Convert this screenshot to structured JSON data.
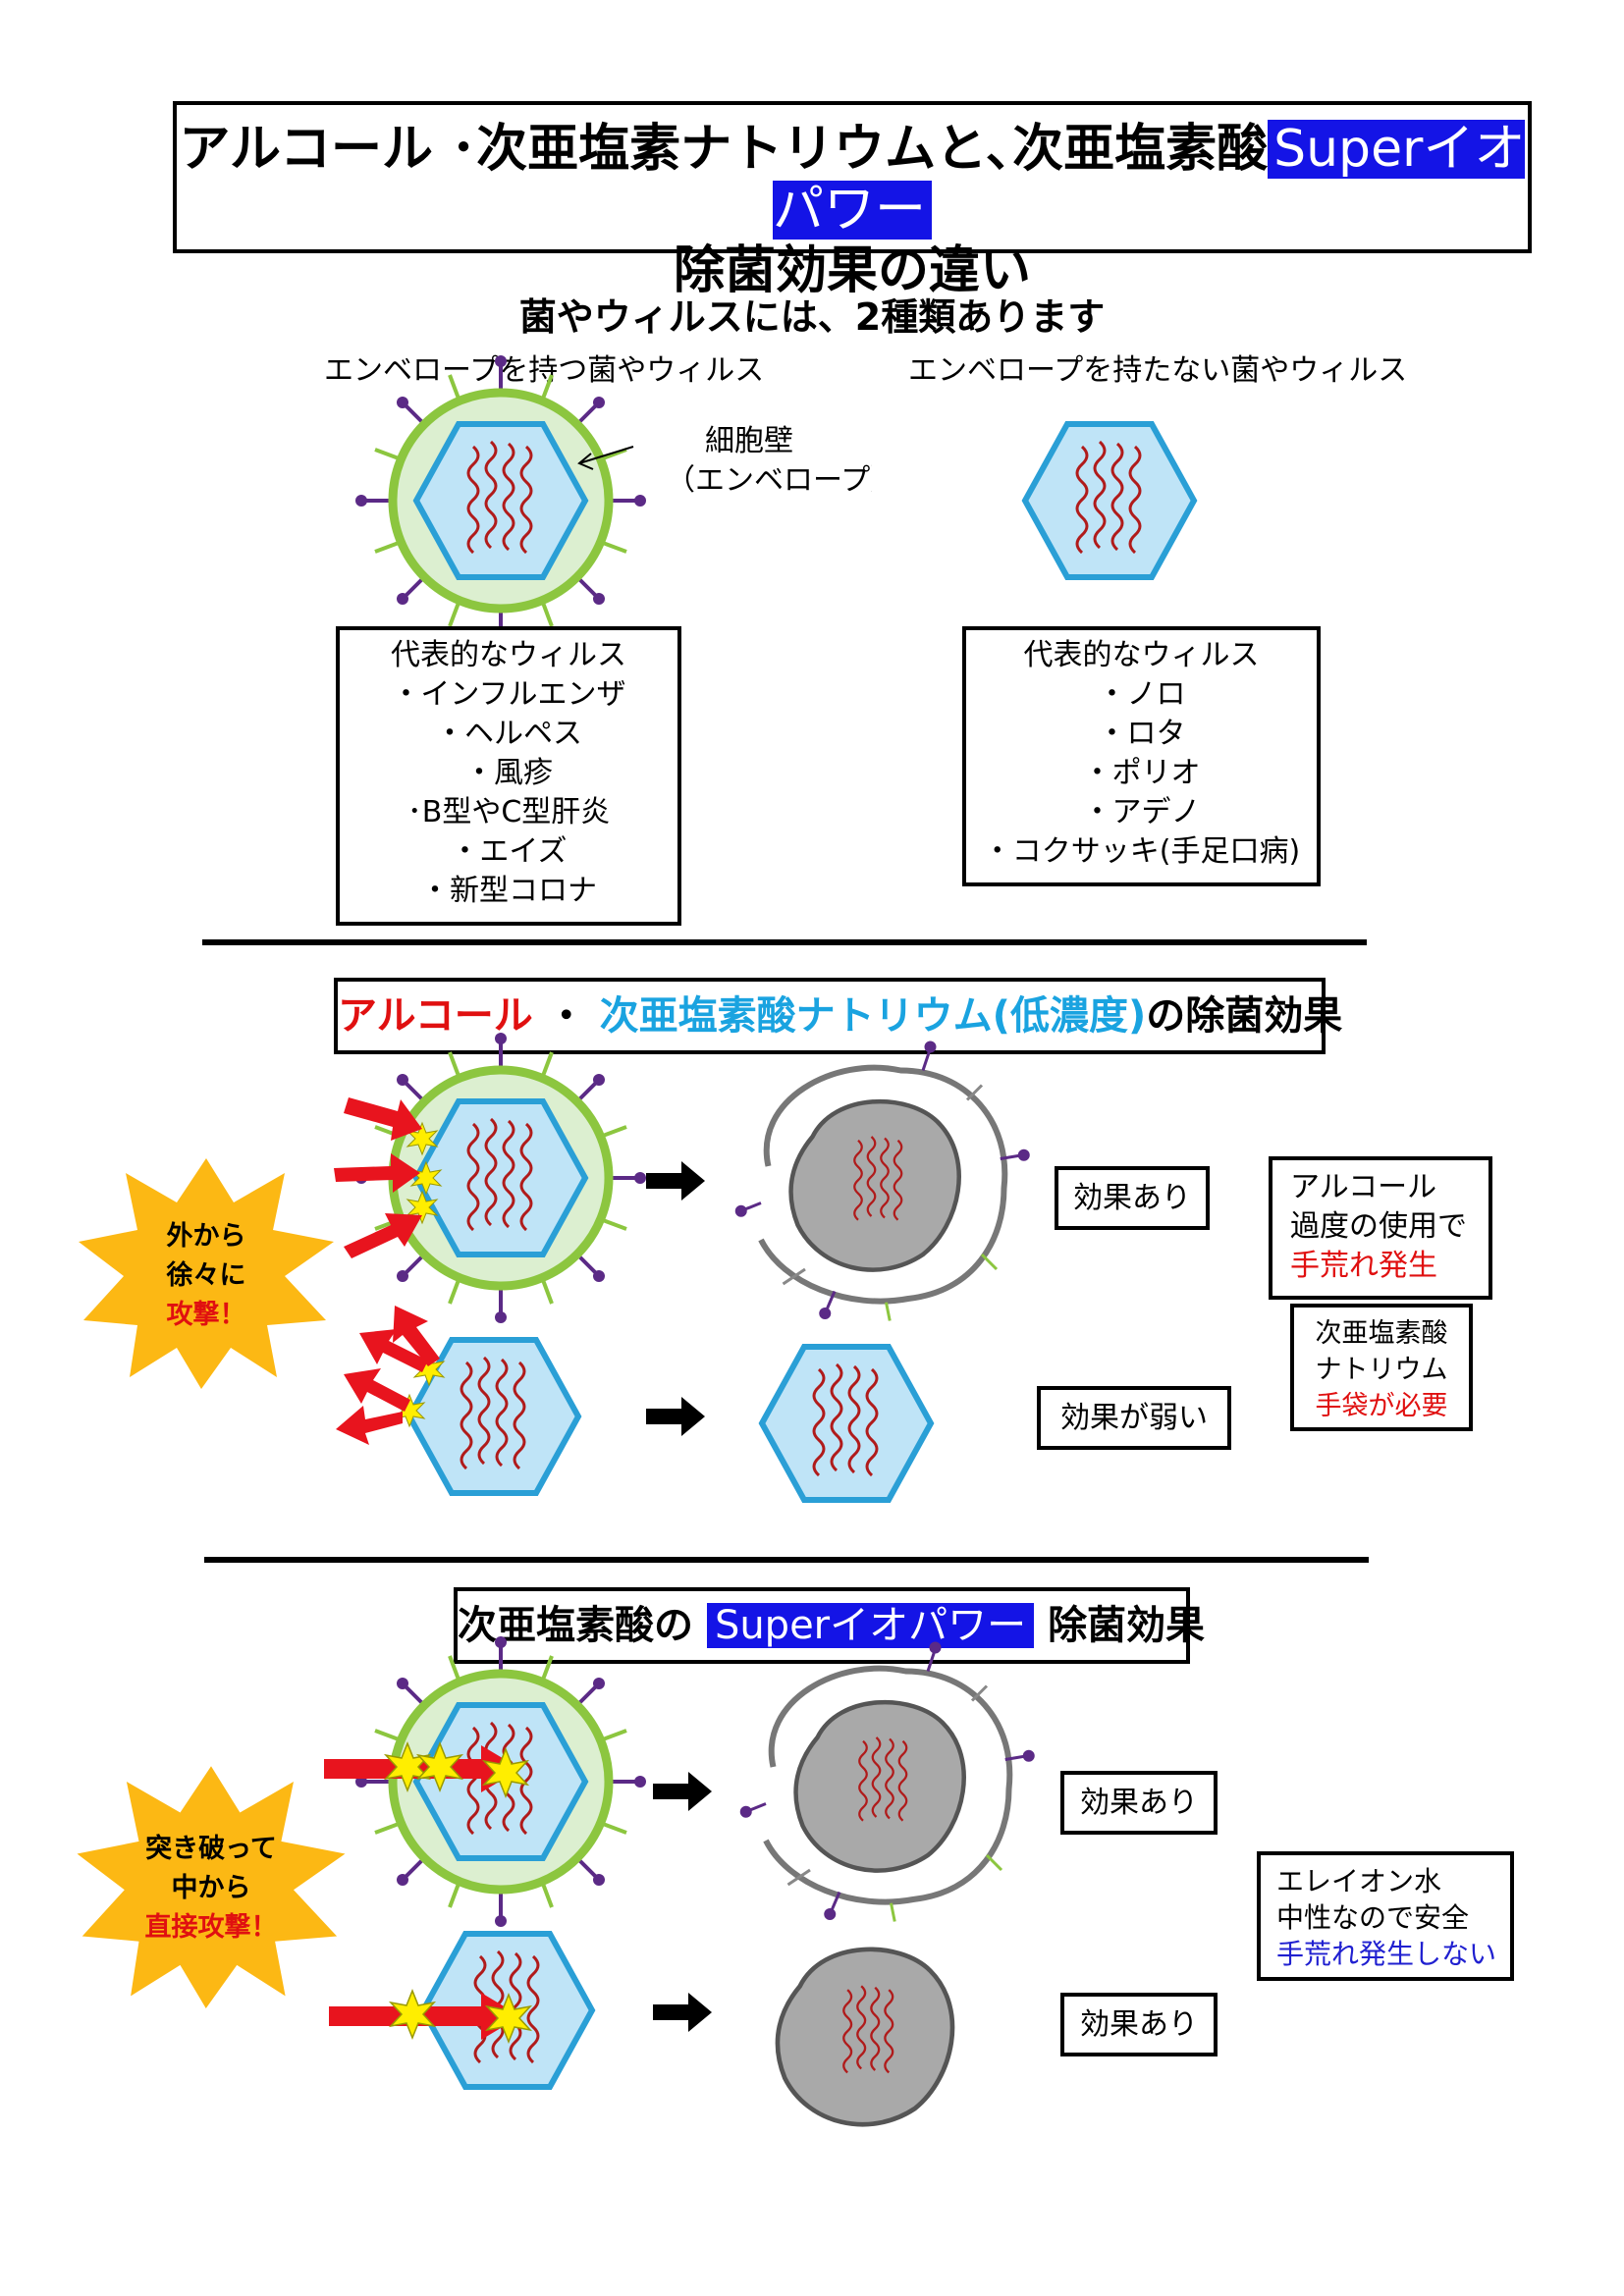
{
  "title": {
    "line1_prefix": "アルコール ･次亜塩素ナトリウムと､次亜塩素酸",
    "line1_highlight": "Superイオパワー",
    "line2": "除菌効果の違い"
  },
  "section1": {
    "heading": "菌やウィルスには、2種類あります",
    "enveloped_label": "エンベロープを持つ菌やウィルス",
    "non_enveloped_label": "エンベロープを持たない菌やウィルス",
    "cell_wall_label_1": "細胞壁",
    "cell_wall_label_2": "（エンベロープ）",
    "enveloped_list": {
      "title": "代表的なウィルス",
      "items": [
        "・インフルエンザ",
        "・ヘルペス",
        "・風疹",
        "･B型やC型肝炎",
        "・エイズ",
        "・新型コロナ"
      ]
    },
    "non_enveloped_list": {
      "title": "代表的なウィルス",
      "items": [
        "・ノロ",
        "・ロタ",
        "・ポリオ",
        "・アデノ",
        "・コクサッキ(手足口病)"
      ]
    }
  },
  "section2": {
    "heading_red": "アルコール",
    "heading_sep": " ・ ",
    "heading_cyan": "次亜塩素酸ナトリウム(低濃度)",
    "heading_rest": "の除菌効果",
    "burst": [
      "外から",
      "徐々に",
      "攻撃！"
    ],
    "result_enveloped": "効果あり",
    "result_non_enveloped": "効果が弱い",
    "note_alcohol": [
      "アルコール",
      "過度の使用で",
      "手荒れ発生"
    ],
    "note_sodium": [
      "次亜塩素酸",
      "ナトリウム",
      "手袋が必要"
    ]
  },
  "section3": {
    "heading_prefix": "次亜塩素酸の",
    "heading_highlight": "Superイオパワー",
    "heading_suffix": "除菌効果",
    "burst": [
      "突き破って",
      "中から",
      "直接攻撃！"
    ],
    "result_enveloped": "効果あり",
    "result_non_enveloped": "効果あり",
    "note": [
      "エレイオン水",
      "中性なので安全",
      "手荒れ発生しない"
    ]
  },
  "colors": {
    "highlight_bg": "#1414e6",
    "red": "#e01010",
    "cyan": "#1aa3e0",
    "blue": "#2020d0",
    "envelope_green": "#8cc63f",
    "capsid_blue": "#2a9fd6",
    "capsid_fill": "#bfe4f7",
    "spike_purple": "#5b2a86",
    "burst_yellow": "#fcb814"
  }
}
